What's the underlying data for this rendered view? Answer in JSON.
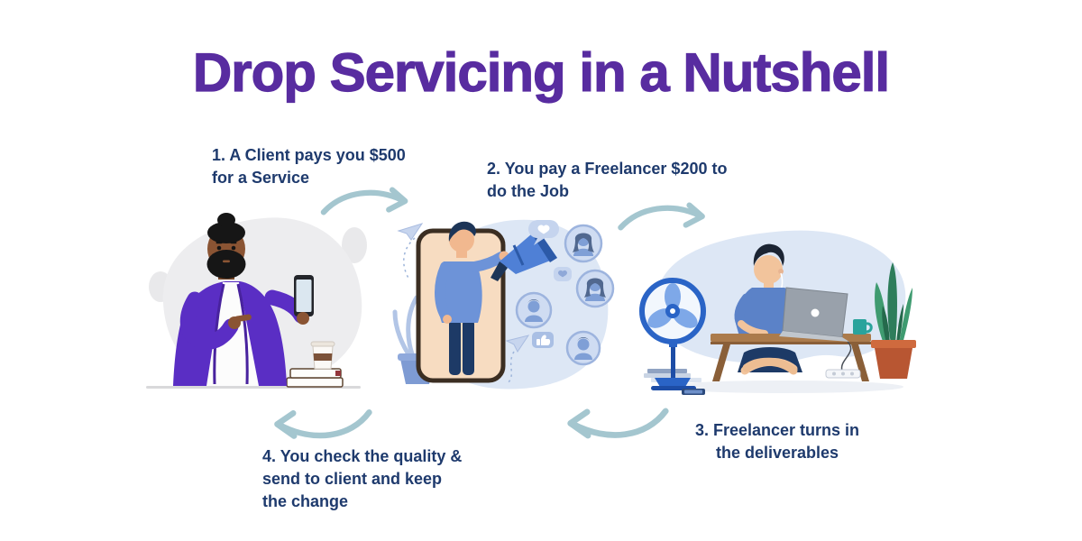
{
  "title": "Drop Servicing in a Nutshell",
  "steps": [
    {
      "number": "1",
      "lines": [
        "1. A Client pays you $500",
        "for a Service"
      ]
    },
    {
      "number": "2",
      "lines": [
        "2. You pay a Freelancer $200 to",
        "do the Job"
      ]
    },
    {
      "number": "3",
      "lines": [
        "3. Freelancer turns in",
        "the deliverables"
      ]
    },
    {
      "number": "4",
      "lines": [
        "4. You check the quality &",
        "send to client and keep",
        "the change"
      ]
    }
  ],
  "illustrations": {
    "illustration1": "client-pointing-at-smartphone",
    "illustration2": "marketer-with-megaphone-emerging-from-phone",
    "illustration3": "freelancer-working-on-laptop-at-low-table"
  },
  "icons": [
    "curved-arrow-right-icon",
    "curved-arrow-left-icon"
  ],
  "colors": {
    "title_purple": "#582ca0",
    "step_text_navy": "#1e3a6d",
    "arrow_teal": "#a4c6cf",
    "background": "#ffffff",
    "accent_purple_jacket": "#5a2ec4",
    "accent_blue_illustration": "#6d93d8",
    "blob_blue": "#dde7f5",
    "blob_gray": "#ededef"
  }
}
